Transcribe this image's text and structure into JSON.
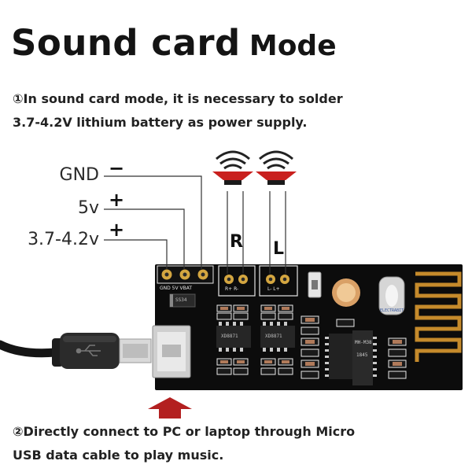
{
  "heading": {
    "main": "Sound card",
    "suffix": "Mode"
  },
  "step1": {
    "line1": "①In sound card mode, it is necessary to solder",
    "line2": "3.7-4.2V lithium battery as power supply."
  },
  "pins": [
    {
      "label": "GND",
      "sign": "−"
    },
    {
      "label": "5v",
      "sign": "+"
    },
    {
      "label": "3.7-4.2v",
      "sign": "+"
    }
  ],
  "channels": {
    "right": "R",
    "left": "L"
  },
  "board": {
    "header_labels": "GND 5V VBAT",
    "right_pads": "R+ R-",
    "left_pads": "L- L+",
    "diode_marking": "SS34",
    "amp_chip_marking": "XD8871",
    "bt_chip_marking": "MH-M38",
    "bt_chip_code": "1845",
    "crystal_marking": "ELECTRABIT"
  },
  "step2": {
    "line1": "②Directly connect to PC or laptop through Micro",
    "line2": "USB data cable to play music."
  },
  "colors": {
    "pcb": "#0c0c0c",
    "arrow": "#b32020",
    "speaker": "#c9201e",
    "antenna": "#c58a2b"
  }
}
